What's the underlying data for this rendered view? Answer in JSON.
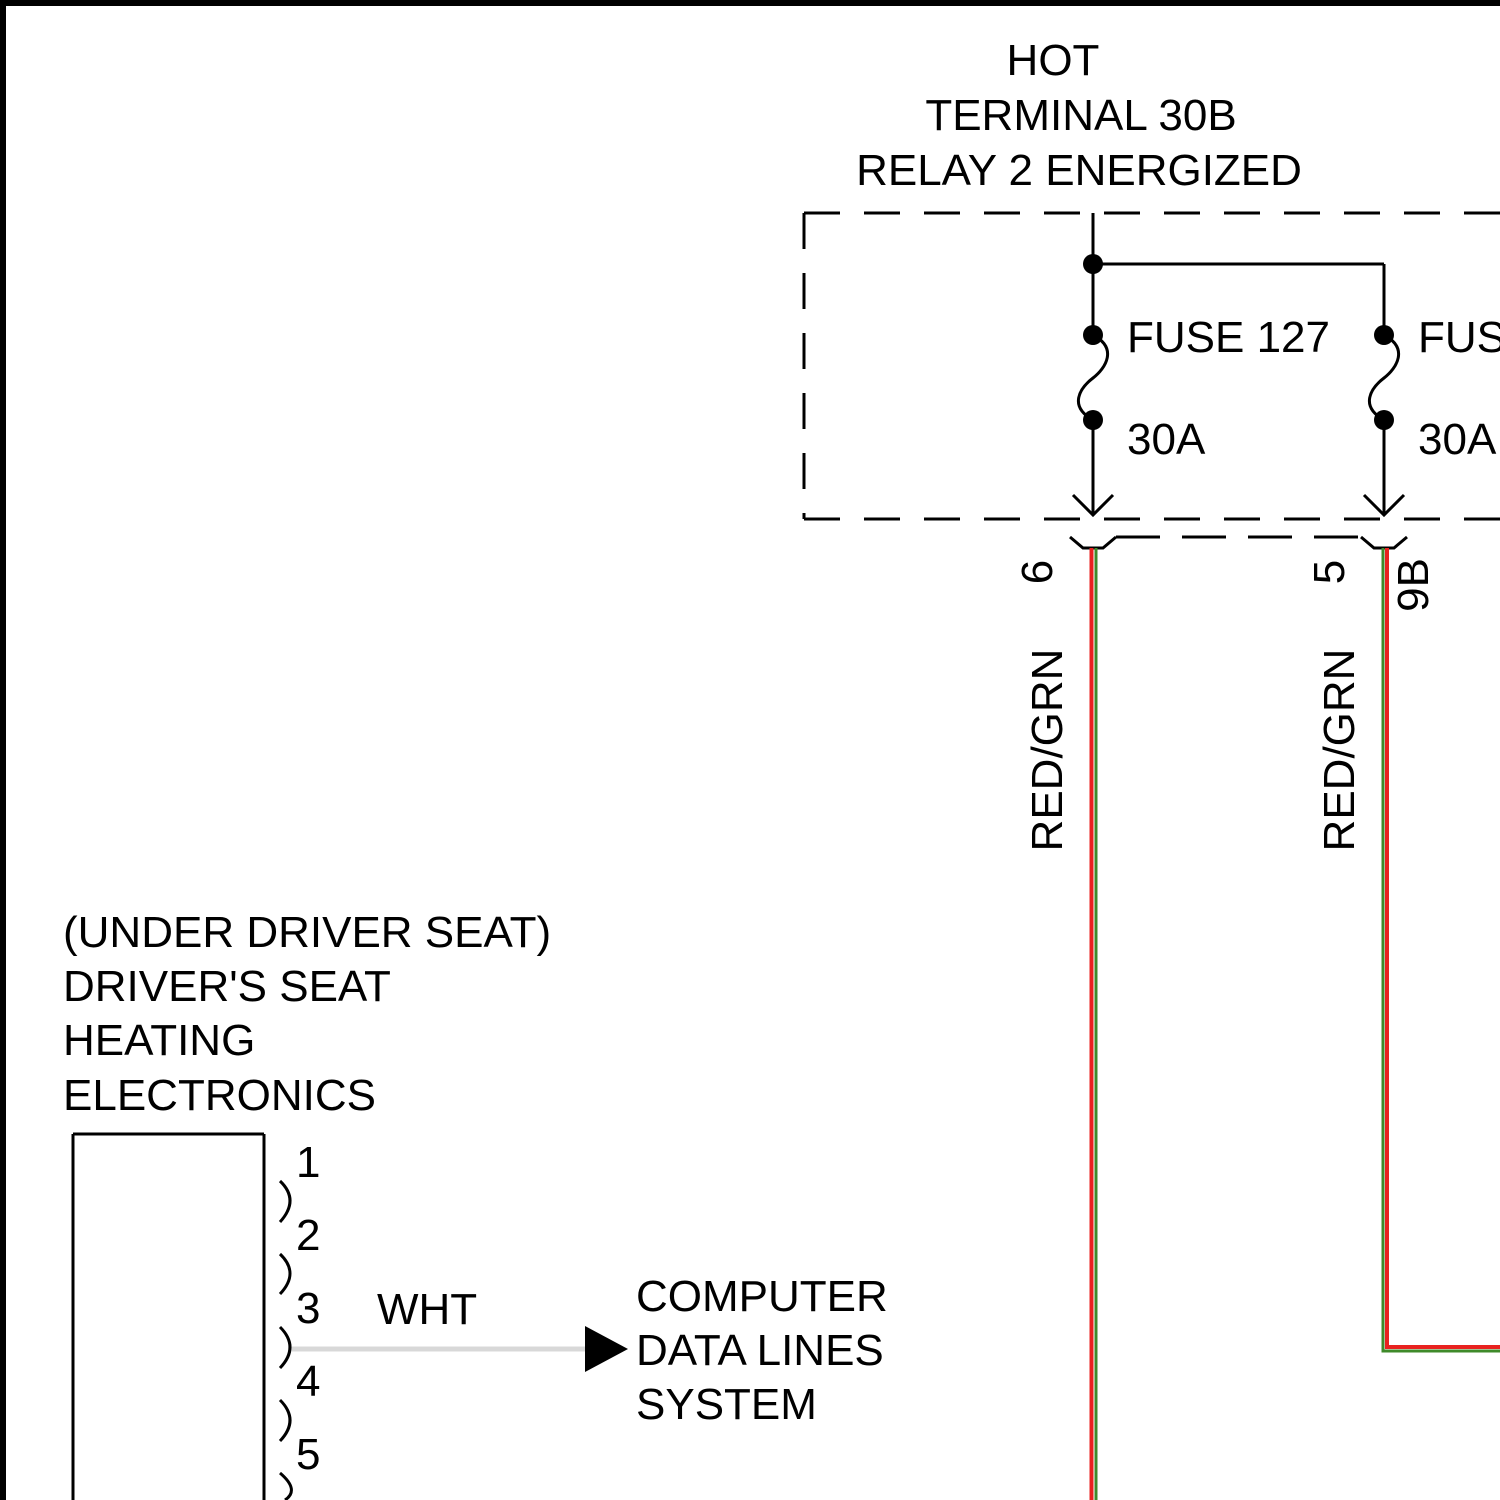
{
  "hot_label": {
    "line1": "HOT",
    "line2": "TERMINAL 30B",
    "line3": "RELAY 2 ENERGIZED"
  },
  "fuses": [
    {
      "name": "FUSE 127",
      "rating": "30A"
    },
    {
      "name": "FUS",
      "rating": "30A"
    }
  ],
  "connector": {
    "pin_left": "6",
    "pin_right": "5",
    "id": "9B"
  },
  "wires": {
    "left_color": "RED/GRN",
    "right_color": "RED/GRN",
    "data_color": "WHT"
  },
  "module": {
    "line1": "(UNDER DRIVER SEAT)",
    "line2": "DRIVER'S SEAT",
    "line3": "HEATING",
    "line4": "ELECTRONICS",
    "pins": [
      "1",
      "2",
      "3",
      "4",
      "5"
    ]
  },
  "destination": {
    "line1": "COMPUTER",
    "line2": "DATA LINES",
    "line3": "SYSTEM"
  },
  "colors": {
    "red": "#e8221f",
    "green": "#3f8a2a",
    "white_wire": "#d8d8d8",
    "line": "#000000"
  }
}
